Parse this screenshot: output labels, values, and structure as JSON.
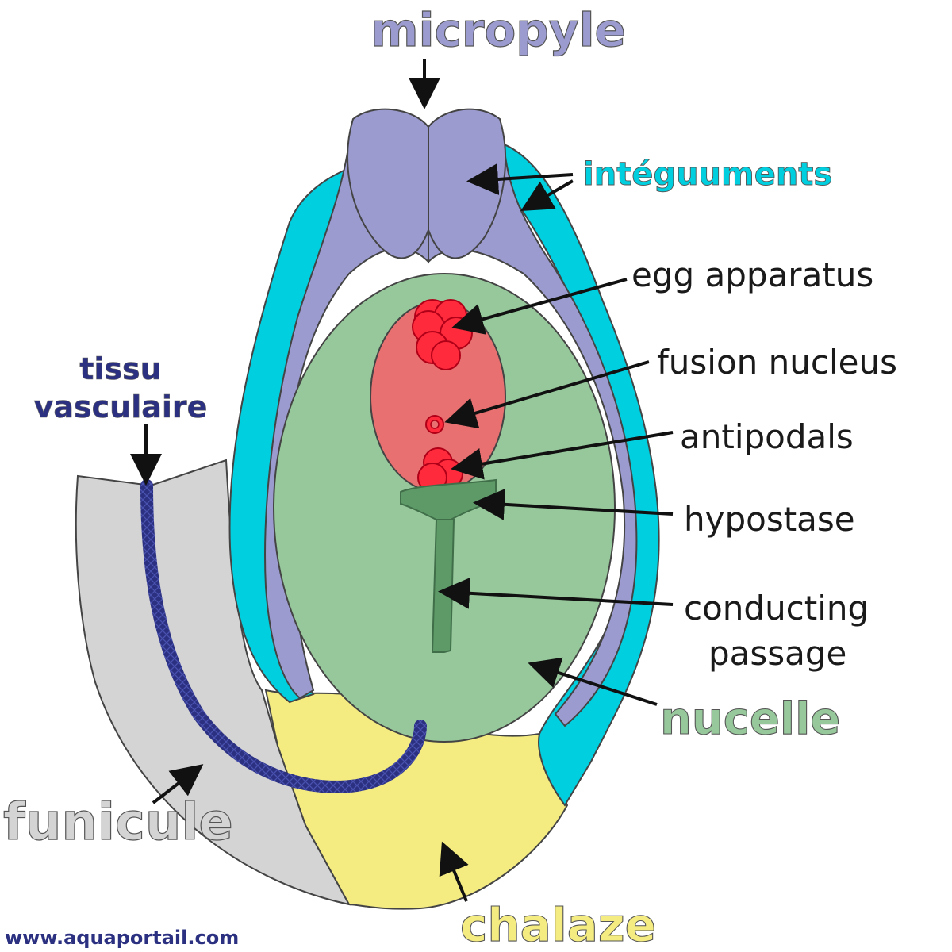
{
  "labels": {
    "micropyle": "micropyle",
    "integuments": "intéguuments",
    "egg_apparatus": "egg apparatus",
    "fusion_nucleus": "fusion nucleus",
    "antipodals": "antipodals",
    "hypostase": "hypostase",
    "conducting_line1": "conducting",
    "conducting_line2": "passage",
    "nucelle": "nucelle",
    "funicule": "funicule",
    "chalaze": "chalaze",
    "tissu_line1": "tissu",
    "tissu_line2": "vasculaire",
    "watermark": "www.aquaportail.com"
  },
  "colors": {
    "micropyle": "#9b9bd0",
    "integuments_outer": "#00cfe0",
    "integuments_inner": "#9b9bd0",
    "nucelle": "#96c89b",
    "embryo_sac": "#e87070",
    "cells": "#ff2a3c",
    "hypostase": "#5e9a68",
    "chalaze": "#f4ec80",
    "funicule": "#d4d4d4",
    "vascular_tissue": "#2b3080",
    "text": "#1a1a1a"
  }
}
